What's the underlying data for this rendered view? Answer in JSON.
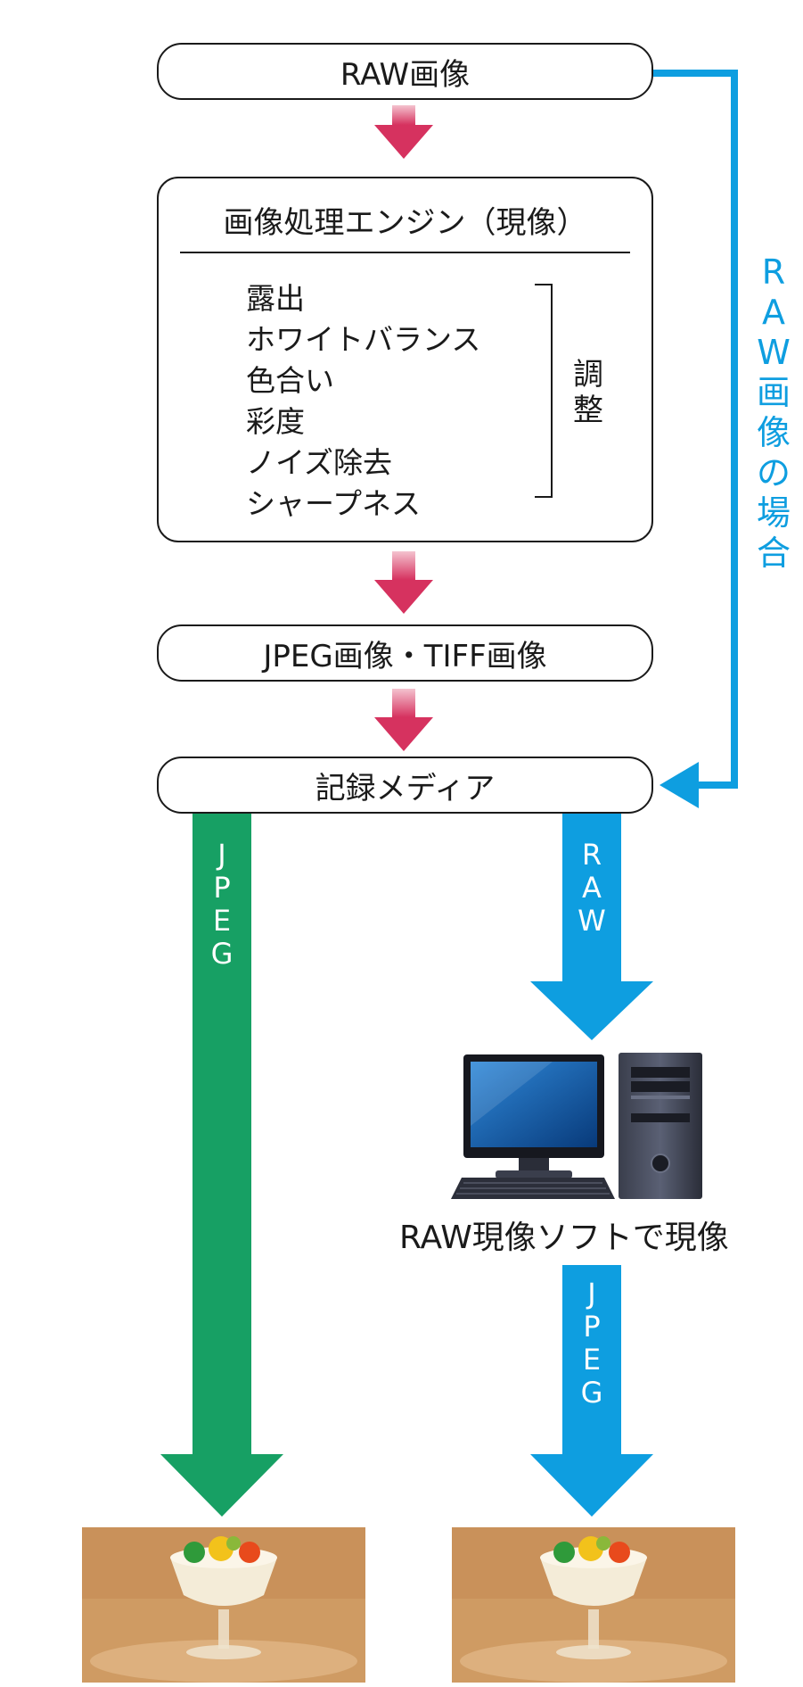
{
  "nodes": {
    "raw_image": "RAW画像",
    "engine_title": "画像処理エンジン（現像）",
    "engine_steps": [
      "露出",
      "ホワイトバランス",
      "色合い",
      "彩度",
      "ノイズ除去",
      "シャープネス"
    ],
    "adjust_label": [
      "調",
      "整"
    ],
    "jpeg_tiff": "JPEG画像・TIFF画像",
    "media": "記録メディア",
    "software_caption": "RAW現像ソフトで現像"
  },
  "edge_labels": {
    "raw_case": [
      "R",
      "A",
      "W",
      "画",
      "像",
      "の",
      "場",
      "合"
    ],
    "jpeg_left": [
      "J",
      "P",
      "E",
      "G"
    ],
    "raw_down": [
      "R",
      "A",
      "W"
    ],
    "jpeg_right": [
      "J",
      "P",
      "E",
      "G"
    ]
  },
  "colors": {
    "flow_arrow_top": "#f4c3cf",
    "flow_arrow_bottom": "#d6325f",
    "raw_path_blue": "#0e9ee0",
    "jpeg_path_green": "#17a064",
    "outline": "#1a1a1a"
  },
  "icons": [
    "desktop-computer-icon",
    "dessert-photo-left",
    "dessert-photo-right"
  ]
}
